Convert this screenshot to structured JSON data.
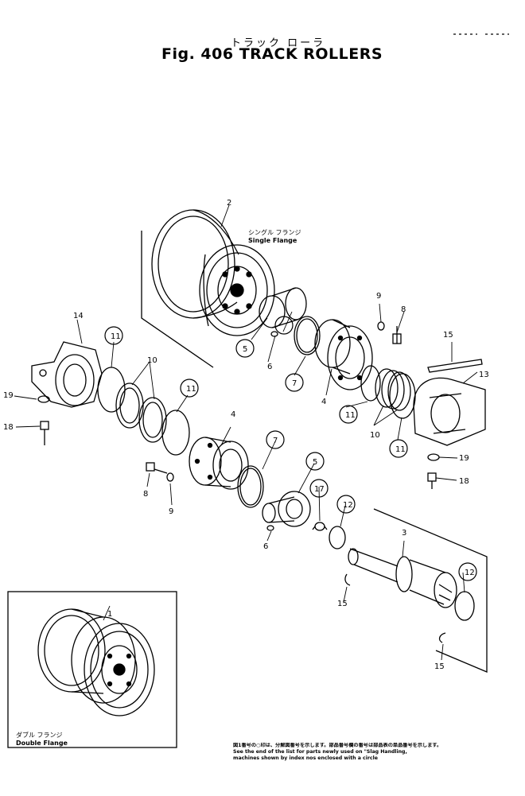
{
  "title": {
    "japanese": "トラック ローラ",
    "english": "Fig. 406  TRACK ROLLERS"
  },
  "labels": {
    "single_flange_jp": "シングル フランジ",
    "single_flange_en": "Single Flange",
    "double_flange_jp": "ダブル フランジ",
    "double_flange_en": "Double Flange"
  },
  "footnote": {
    "line1": "図1番号の○印は、分解図番号を示します。部品番号欄の番号は部品表の単品番号を示します。",
    "line2": "See the end of the list for parts newly used on \"Slag Handling,",
    "line3": "machines shown by index nos enclosed with a circle"
  },
  "callouts": {
    "circled": [
      "11",
      "11",
      "11",
      "11",
      "7",
      "7",
      "5",
      "5",
      "12",
      "12",
      "17"
    ],
    "plain": [
      "2",
      "14",
      "10",
      "10",
      "4",
      "4",
      "8",
      "8",
      "9",
      "9",
      "6",
      "6",
      "15",
      "15",
      "15",
      "13",
      "3",
      "18",
      "18",
      "19",
      "19",
      "1"
    ]
  }
}
